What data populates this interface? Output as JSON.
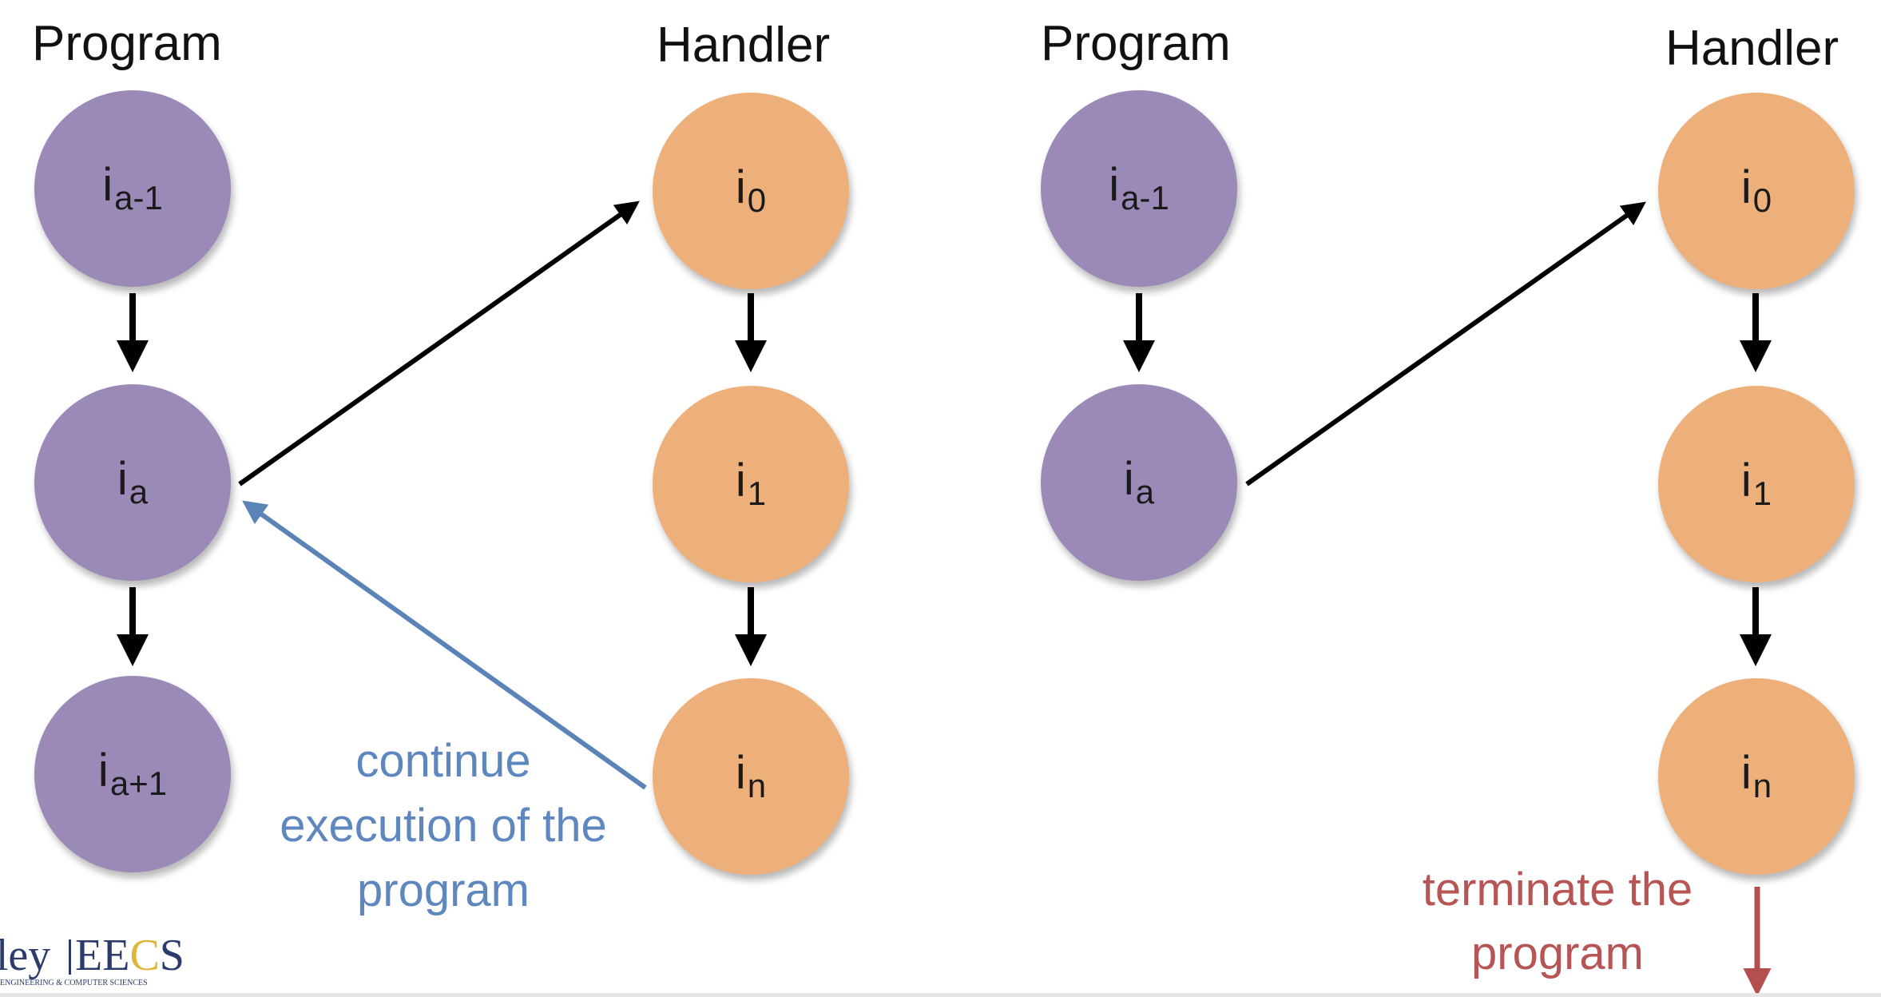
{
  "colors": {
    "program_node": "#9b8ab7",
    "handler_node": "#eeb07b",
    "arrow": "#000000",
    "continue_arrow": "#5a83b8",
    "continue_text": "#5e86bf",
    "terminate_arrow": "#b54e4e",
    "terminate_text": "#b75555",
    "logo_navy": "#2b3b6b",
    "logo_gold": "#e0b53a"
  },
  "left_panel": {
    "program_title": "Program",
    "handler_title": "Handler",
    "program_nodes": [
      {
        "base": "i",
        "sub": "a-1"
      },
      {
        "base": "i",
        "sub": "a"
      },
      {
        "base": "i",
        "sub": "a+1"
      }
    ],
    "handler_nodes": [
      {
        "base": "i",
        "sub": "0"
      },
      {
        "base": "i",
        "sub": "1"
      },
      {
        "base": "i",
        "sub": "n"
      }
    ],
    "caption": [
      "continue",
      "execution of the",
      "program"
    ]
  },
  "right_panel": {
    "program_title": "Program",
    "handler_title": "Handler",
    "program_nodes": [
      {
        "base": "i",
        "sub": "a-1"
      },
      {
        "base": "i",
        "sub": "a"
      }
    ],
    "handler_nodes": [
      {
        "base": "i",
        "sub": "0"
      },
      {
        "base": "i",
        "sub": "1"
      },
      {
        "base": "i",
        "sub": "n"
      }
    ],
    "caption": [
      "terminate the",
      "program"
    ]
  },
  "logo": {
    "word1": "eley",
    "word2_e": "E",
    "word2_e2": "E",
    "word2_c": "C",
    "word2_s": "S",
    "tagline": "ENGINEERING & COMPUTER SCIENCES"
  }
}
